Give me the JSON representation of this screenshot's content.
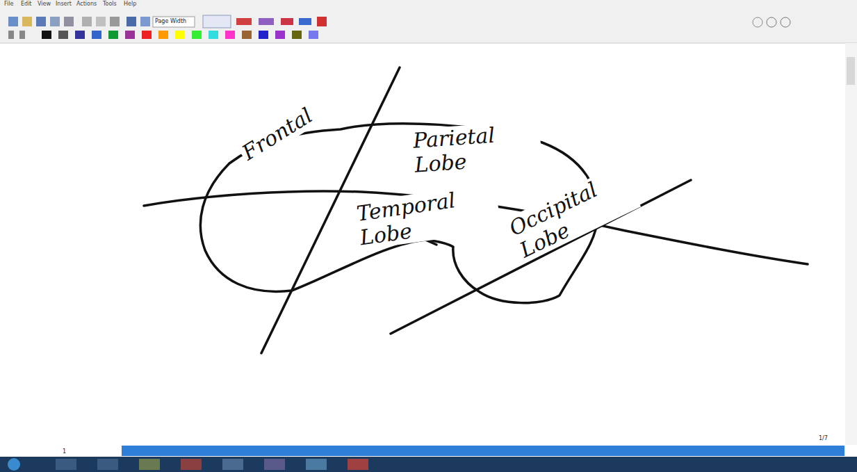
{
  "diagram": {
    "labels": [
      "File",
      "Edit",
      "View",
      "Insert",
      "Actions",
      "Tools",
      "Help",
      "Page Width",
      "Frontal",
      "Parietal Lobe",
      "Temporal Lobe",
      "Occipital Lobe",
      "1/7",
      "1"
    ]
  }
}
